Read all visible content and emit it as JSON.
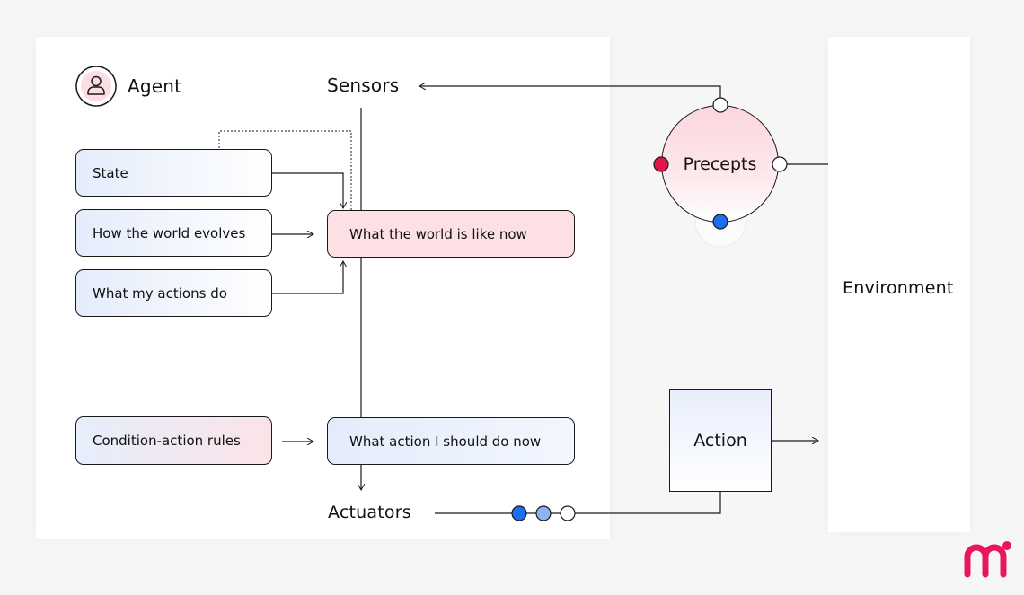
{
  "agent": {
    "title": "Agent"
  },
  "sensors": {
    "label": "Sensors"
  },
  "actuators": {
    "label": "Actuators"
  },
  "boxes": {
    "state": "State",
    "world_evolves": "How the world evolves",
    "actions_do": "What my actions do",
    "world_now": "What the world is like now",
    "condition_rules": "Condition-action rules",
    "action_now": "What action I should do now"
  },
  "precepts": {
    "label": "Precepts"
  },
  "action": {
    "label": "Action"
  },
  "environment": {
    "label": "Environment"
  },
  "colors": {
    "accent_red": "#e0164a",
    "accent_blue": "#1a6ef0",
    "light_blue": "#8fb3ee",
    "logo": "#e8175d"
  },
  "icons": {
    "agent": "user-icon",
    "logo": "brand-logo-icon"
  }
}
